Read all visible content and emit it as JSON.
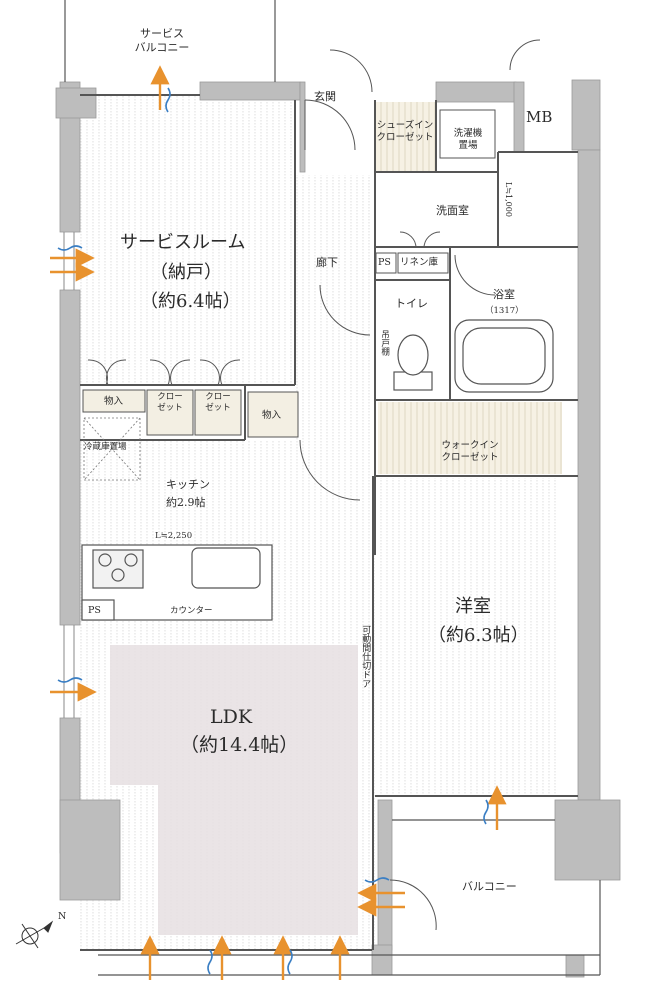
{
  "rooms": {
    "service_balcony": "サービス\nバルコニー",
    "entrance": "玄関",
    "shoes_closet": "シューズイン\nクローゼット",
    "washer_place": "洗濯機\n置場",
    "mb": "MB",
    "washroom": "洗面室",
    "washroom_width": "L≒1,000",
    "service_room_name": "サービスルーム",
    "service_room_sub": "（納戸）",
    "service_room_size": "（約6.4帖）",
    "corridor": "廊下",
    "ps": "PS",
    "linen": "リネン庫",
    "toilet": "トイレ",
    "toilet_shelf": "吊戸棚",
    "bathroom": "浴室",
    "bathroom_size": "（1317）",
    "storage": "物入",
    "closet": "クロー\nゼット",
    "walkin": "ウォークイン\nクローゼット",
    "fridge": "冷蔵庫置場",
    "kitchen": "キッチン",
    "kitchen_size": "約2.9帖",
    "counter_length": "L≒2,250",
    "counter": "カウンター",
    "ps2": "PS",
    "western_room": "洋室",
    "western_size": "（約6.3帖）",
    "partition_door": "可動間仕切ドア",
    "ldk": "LDK",
    "ldk_size": "（約14.4帖）",
    "balcony": "バルコニー",
    "north": "N"
  },
  "colors": {
    "wall": "#bdbdbd",
    "floor_hatch": "#d9d9d9",
    "ldk_tint": "#e8e2e4",
    "storage_fill": "#f3efe3",
    "arrow_orange": "#e8922e",
    "arrow_blue": "#3b7fc4"
  }
}
